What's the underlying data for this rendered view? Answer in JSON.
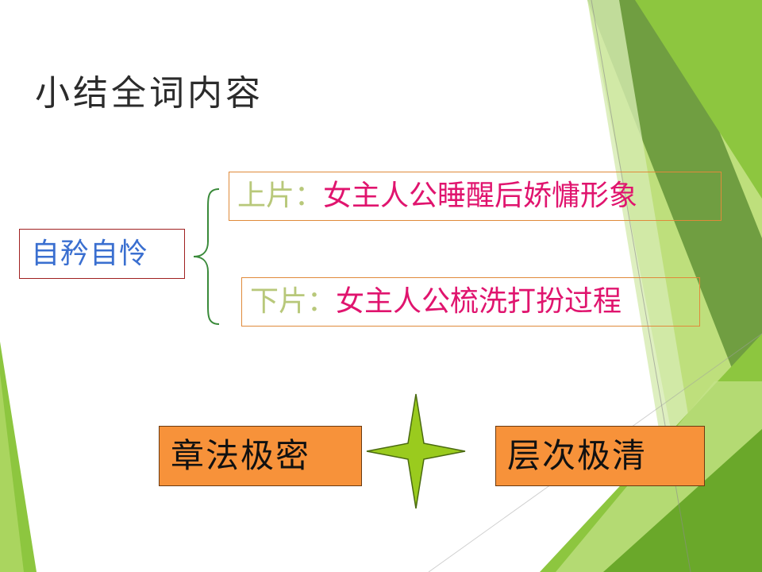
{
  "slide": {
    "title": "小结全词内容",
    "theme": "自矜自怜",
    "part1": {
      "label": "上片：",
      "text": "女主人公睡醒后娇慵形象"
    },
    "part2": {
      "label": "下片：",
      "text": "女主人公梳洗打扮过程"
    },
    "left_box": "章法极密",
    "right_box": "层次极清"
  },
  "colors": {
    "title": "#2b2b2b",
    "theme_text": "#3a6fd0",
    "part_label": "#b8c87a",
    "part_text": "#e0146e",
    "orange_box": "#f7923a",
    "brace": "#3a8a3a",
    "star_fill": "#9acb1e",
    "deco_green": "#8dc63f",
    "deco_dark_green": "#5e9a2c"
  }
}
